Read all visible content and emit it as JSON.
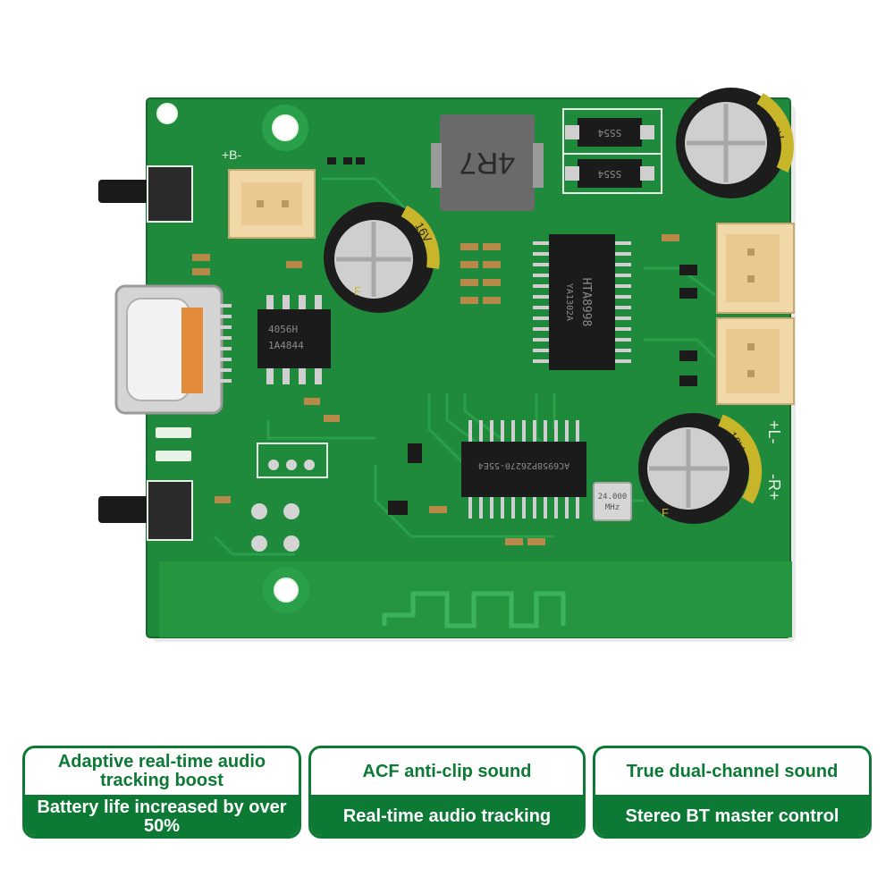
{
  "board": {
    "label_b_plus": "+B-",
    "label_r_plus": "-R+",
    "label_l_plus": "+L-",
    "inductor_marking": "4R7",
    "diode_marking": "SS54",
    "amp_chip_marking_1": "HTA8998",
    "amp_chip_marking_2": "YA1302A",
    "charge_chip_marking_1": "4056H",
    "charge_chip_marking_2": "1A4844",
    "bt_chip_marking": "AC6958P26270-55E4",
    "crystal_marking_1": "24.000",
    "crystal_marking_2": "MHz",
    "cap_marking_left": "16V",
    "cap_marking_right": "16V",
    "cap_marking_bottom": "16V",
    "cap_series_mark": "F",
    "colors": {
      "pcb": "#1f8a3c",
      "pcb_dark": "#146b2c",
      "trace": "#2aa04a",
      "silkscreen": "#e8f2e6",
      "chip": "#1b1b1b",
      "connector": "#f1d8a8",
      "capacitor_sleeve": "#1d1d1d",
      "capacitor_stripe": "#c9b52a"
    }
  },
  "features": [
    {
      "top": "Adaptive real-time audio tracking boost",
      "bottom": "Battery life increased by over 50%"
    },
    {
      "top": "ACF anti-clip sound",
      "bottom": "Real-time audio tracking"
    },
    {
      "top": "True dual-channel sound",
      "bottom": "Stereo BT master control"
    }
  ],
  "accent_color": "#0c7a34"
}
